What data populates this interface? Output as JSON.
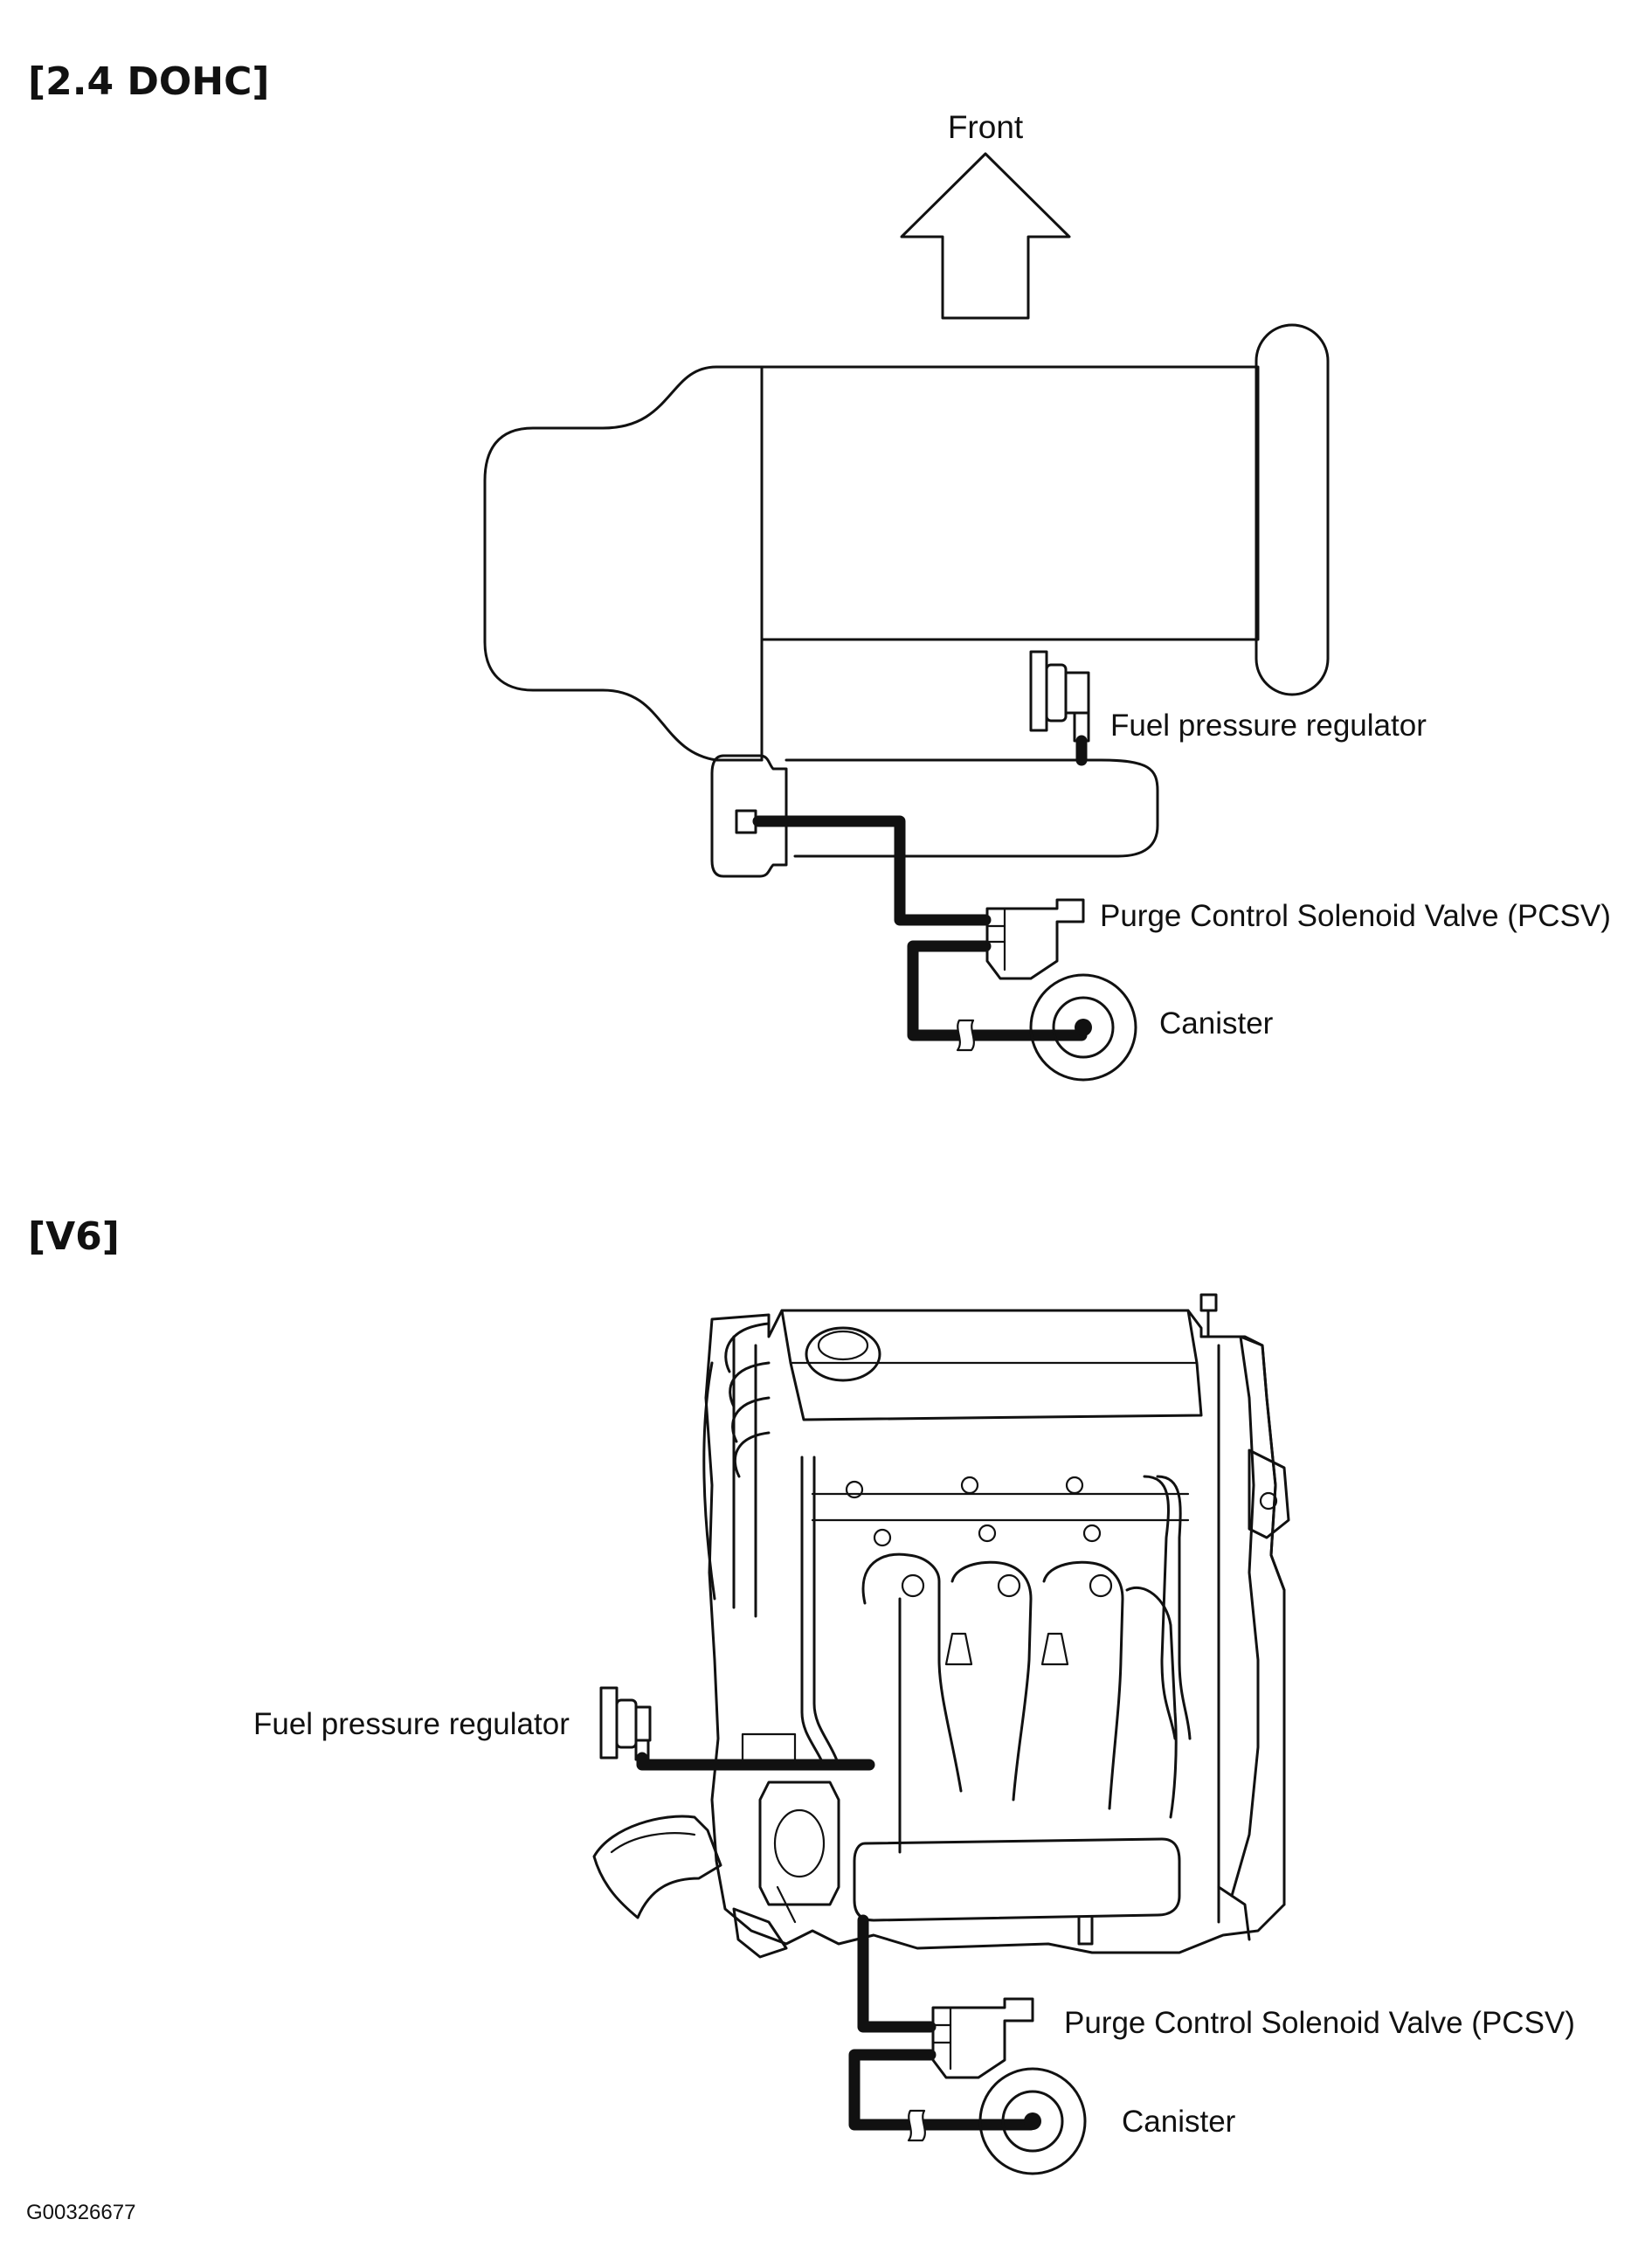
{
  "sections": {
    "top": {
      "heading": "[2.4 DOHC]"
    },
    "bottom": {
      "heading": "[V6]"
    }
  },
  "labels": {
    "front": "Front",
    "fuel_pressure_regulator": "Fuel pressure regulator",
    "pcsv": "Purge Control Solenoid Valve (PCSV)",
    "canister": "Canister"
  },
  "figure_id": "G00326677",
  "colors": {
    "line": "#111111",
    "background": "#ffffff"
  }
}
